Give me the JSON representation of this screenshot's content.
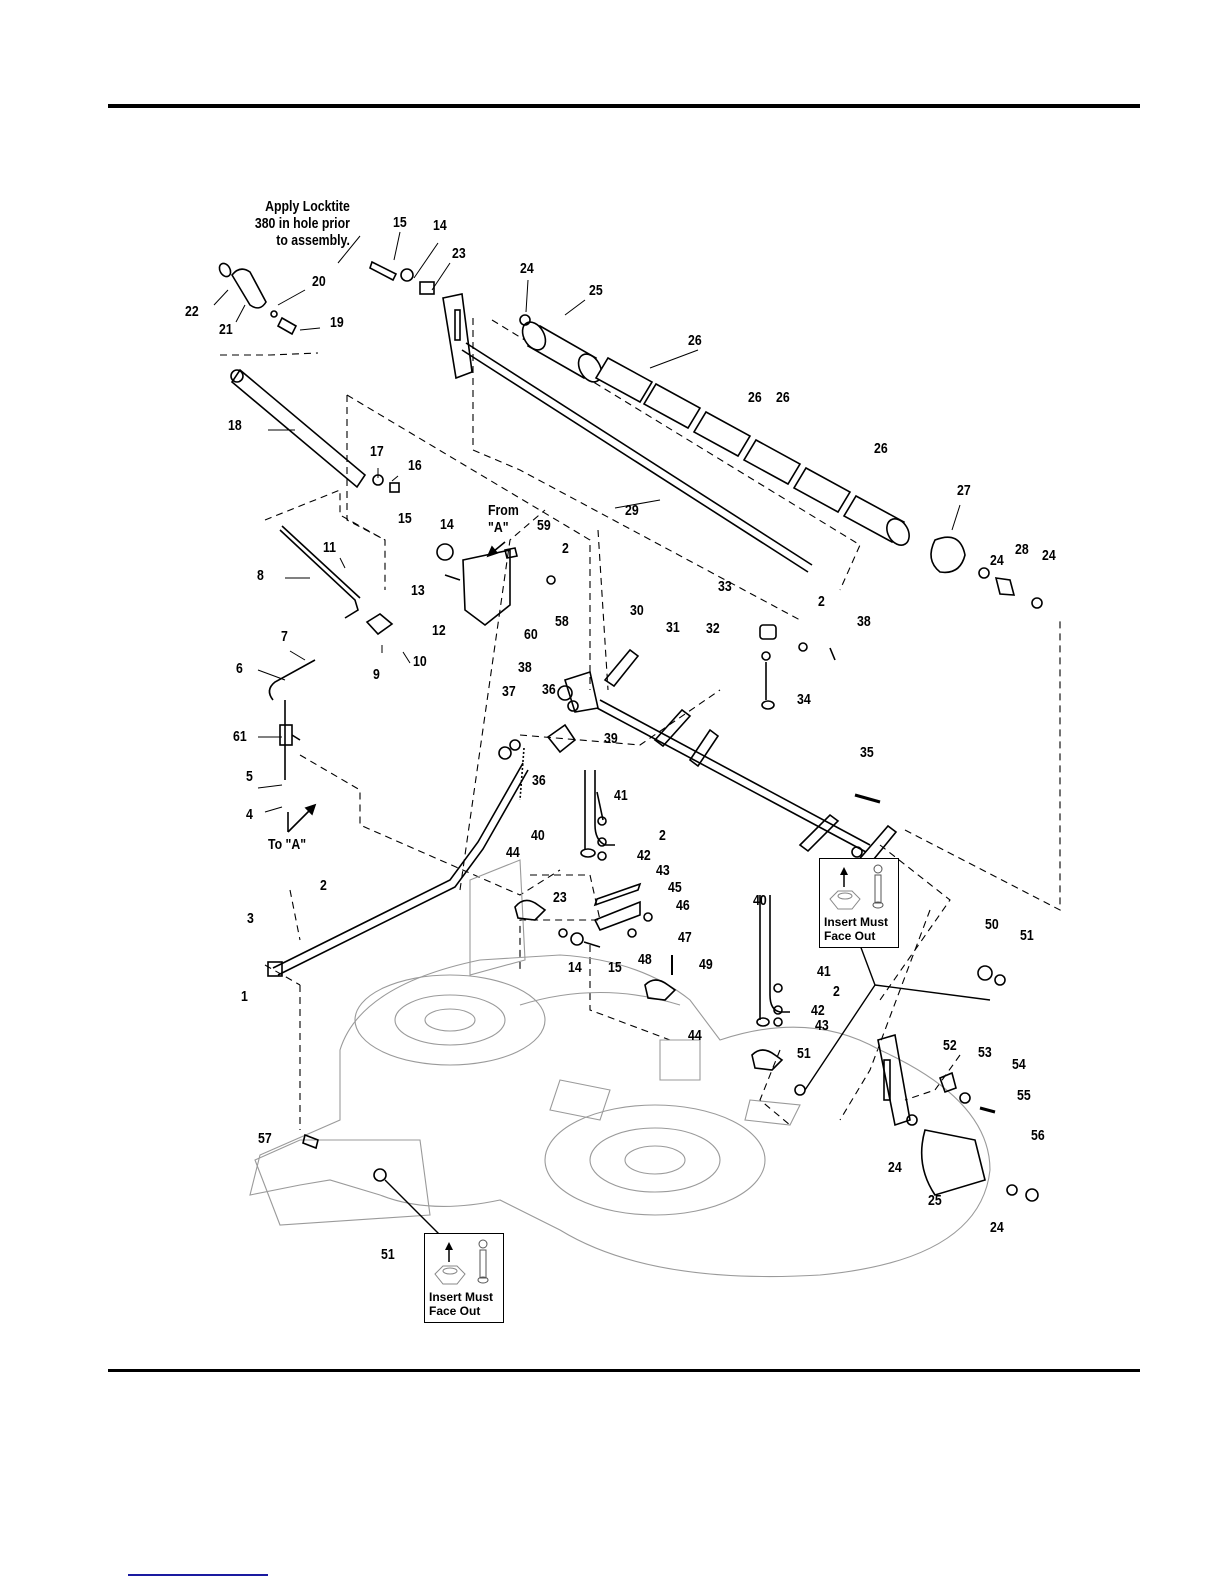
{
  "page": {
    "footer_link_text": ""
  },
  "notes": {
    "locktite": "Apply Locktite\n380 in hole prior\nto assembly.",
    "from_a": "From\n\"A\"",
    "to_a": "To \"A\""
  },
  "insert_boxes": [
    {
      "text": "Insert Must\nFace Out",
      "arrow_icon": "arrow-up-icon",
      "nut_icon": "hex-nut-icon",
      "bolt_icon": "bolt-icon"
    },
    {
      "text": "Insert Must\nFace Out",
      "arrow_icon": "arrow-up-icon",
      "nut_icon": "hex-nut-icon",
      "bolt_icon": "bolt-icon"
    }
  ],
  "callouts": [
    "15",
    "14",
    "23",
    "24",
    "25",
    "26",
    "26",
    "26",
    "26",
    "22",
    "21",
    "20",
    "19",
    "18",
    "17",
    "16",
    "29",
    "27",
    "24",
    "28",
    "24",
    "15",
    "14",
    "13",
    "59",
    "2",
    "58",
    "12",
    "11",
    "8",
    "9",
    "10",
    "7",
    "6",
    "33",
    "2",
    "38",
    "32",
    "34",
    "30",
    "31",
    "60",
    "38",
    "37",
    "36",
    "36",
    "39",
    "61",
    "5",
    "4",
    "35",
    "41",
    "40",
    "2",
    "42",
    "43",
    "44",
    "45",
    "46",
    "47",
    "23",
    "14",
    "15",
    "48",
    "49",
    "3",
    "2",
    "1",
    "40",
    "41",
    "2",
    "42",
    "43",
    "44",
    "50",
    "51",
    "52",
    "53",
    "54",
    "55",
    "51",
    "57",
    "24",
    "56",
    "25",
    "24",
    "51"
  ],
  "parts_list_numbers": [
    "1",
    "2",
    "3",
    "4",
    "5",
    "6",
    "7",
    "8",
    "9",
    "10",
    "11",
    "12",
    "13",
    "14",
    "15",
    "16",
    "17",
    "18",
    "19",
    "20",
    "21",
    "22",
    "23",
    "24",
    "25",
    "26",
    "27",
    "28",
    "29",
    "30",
    "31",
    "32",
    "33",
    "34",
    "35",
    "36",
    "37",
    "38",
    "39",
    "40",
    "41",
    "42",
    "43",
    "44",
    "45",
    "46",
    "47",
    "48",
    "49",
    "50",
    "51",
    "52",
    "53",
    "54",
    "55",
    "56",
    "57",
    "58",
    "59",
    "60",
    "61"
  ]
}
